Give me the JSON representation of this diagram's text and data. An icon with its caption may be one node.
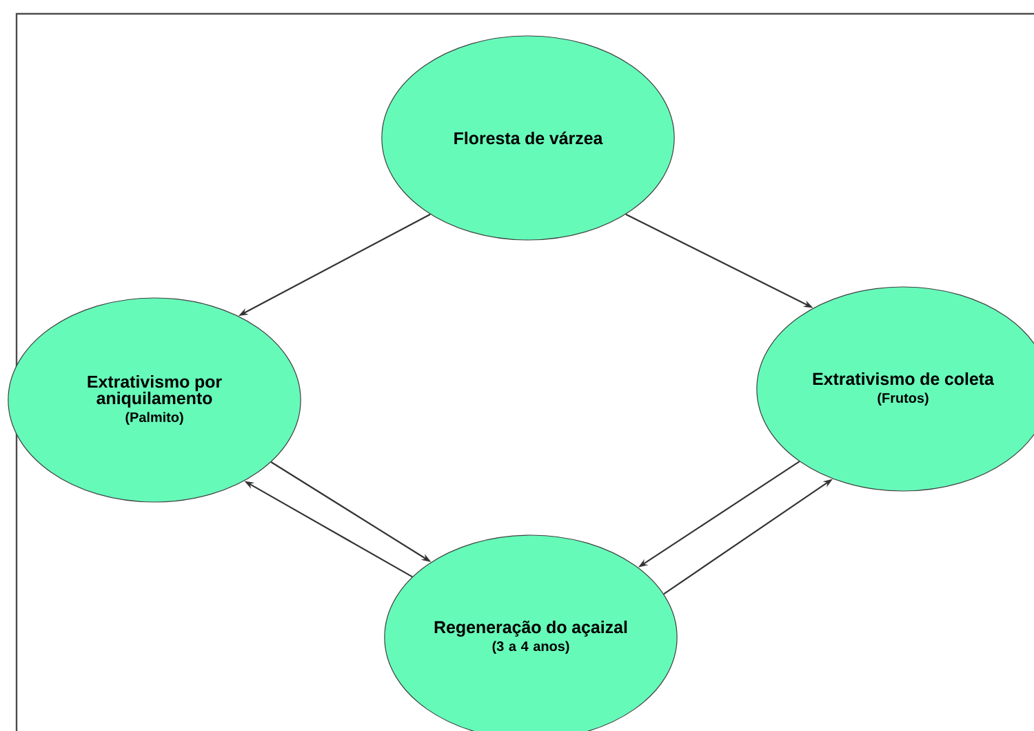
{
  "diagram": {
    "nodes": [
      {
        "text": [
          "Floresta de várzea"
        ]
      },
      {
        "text": [
          "Extrativismo por aniquilamento",
          "(Palmito)"
        ]
      },
      {
        "text": [
          "Extrativismo de coleta",
          "(Frutos)"
        ]
      },
      {
        "text": [
          "Regeneração do açaizal",
          "(3 a 4 anos)"
        ]
      }
    ],
    "edges": [
      {
        "from": 0,
        "to": 1,
        "arrow": "to"
      },
      {
        "from": 0,
        "to": 2,
        "arrow": "to"
      },
      {
        "from": 1,
        "to": 3,
        "arrow": "to"
      },
      {
        "from": 3,
        "to": 1,
        "arrow": "to"
      },
      {
        "from": 2,
        "to": 3,
        "arrow": "to"
      },
      {
        "from": 3,
        "to": 2,
        "arrow": "to"
      }
    ]
  }
}
